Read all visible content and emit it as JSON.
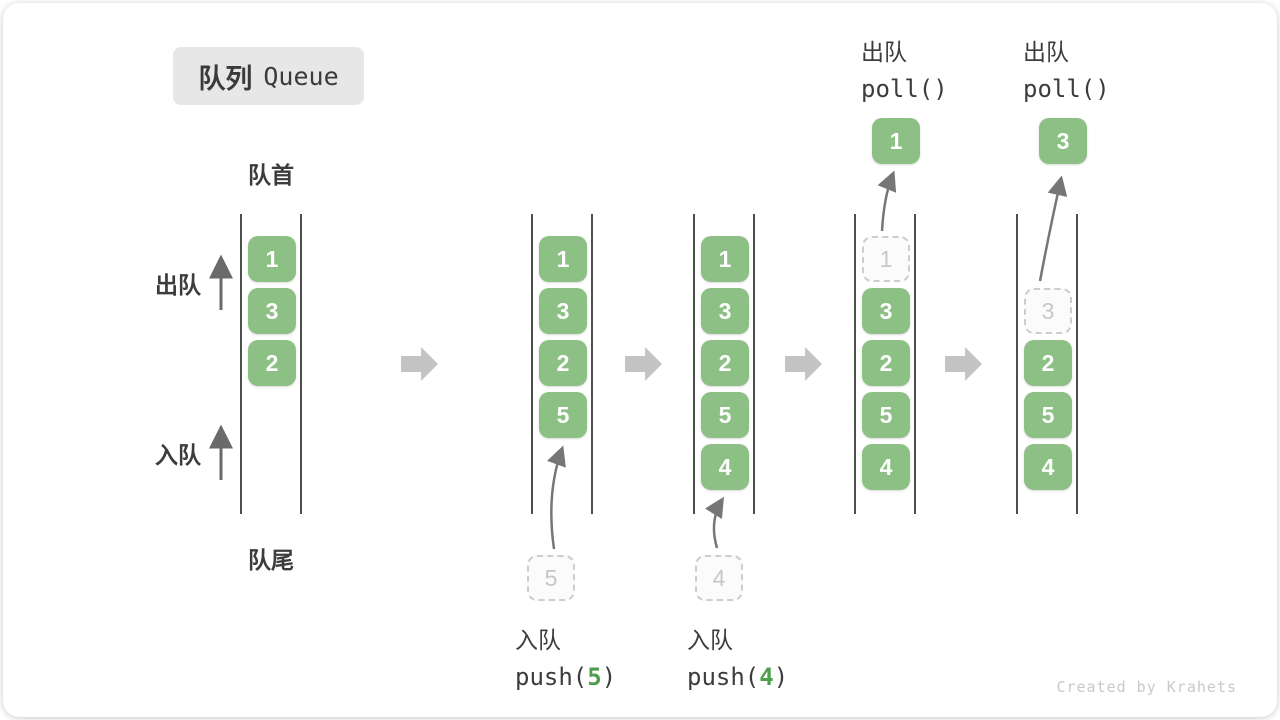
{
  "title": {
    "zh": "队列",
    "en": "Queue"
  },
  "labels": {
    "front": "队首",
    "rear": "队尾",
    "dequeue": "出队",
    "enqueue": "入队"
  },
  "colors": {
    "box_green": "#8dc084",
    "code_digit_green": "#4f9d4f",
    "rail_dark": "#4e4e4e",
    "block_arrow_gray": "#c3c3c3",
    "curve_arrow_gray": "#767676",
    "dashed_border": "#cdcdcd",
    "badge_bg": "#e7e7e7",
    "text_dark": "#3c3c3c"
  },
  "states": [
    {
      "name": "initial",
      "cells": [
        {
          "value": "1",
          "style": "solid"
        },
        {
          "value": "3",
          "style": "solid"
        },
        {
          "value": "2",
          "style": "solid"
        }
      ]
    },
    {
      "name": "after-push-5",
      "cells": [
        {
          "value": "1",
          "style": "solid"
        },
        {
          "value": "3",
          "style": "solid"
        },
        {
          "value": "2",
          "style": "solid"
        },
        {
          "value": "5",
          "style": "solid"
        }
      ]
    },
    {
      "name": "after-push-4",
      "cells": [
        {
          "value": "1",
          "style": "solid"
        },
        {
          "value": "3",
          "style": "solid"
        },
        {
          "value": "2",
          "style": "solid"
        },
        {
          "value": "5",
          "style": "solid"
        },
        {
          "value": "4",
          "style": "solid"
        }
      ]
    },
    {
      "name": "after-poll-1",
      "cells": [
        {
          "value": "1",
          "style": "dashed"
        },
        {
          "value": "3",
          "style": "solid"
        },
        {
          "value": "2",
          "style": "solid"
        },
        {
          "value": "5",
          "style": "solid"
        },
        {
          "value": "4",
          "style": "solid"
        }
      ]
    },
    {
      "name": "after-poll-3",
      "cells": [
        {
          "value": "3",
          "style": "dashed"
        },
        {
          "value": "2",
          "style": "solid"
        },
        {
          "value": "5",
          "style": "solid"
        },
        {
          "value": "4",
          "style": "solid"
        }
      ]
    }
  ],
  "enqueue_ops": [
    {
      "label": "入队",
      "code_open": "push(",
      "arg": "5",
      "code_close": ")",
      "staged_value": "5"
    },
    {
      "label": "入队",
      "code_open": "push(",
      "arg": "4",
      "code_close": ")",
      "staged_value": "4"
    }
  ],
  "dequeue_ops": [
    {
      "label": "出队",
      "code": "poll()",
      "removed_value": "1"
    },
    {
      "label": "出队",
      "code": "poll()",
      "removed_value": "3"
    }
  ],
  "watermark": "Created by Krahets"
}
